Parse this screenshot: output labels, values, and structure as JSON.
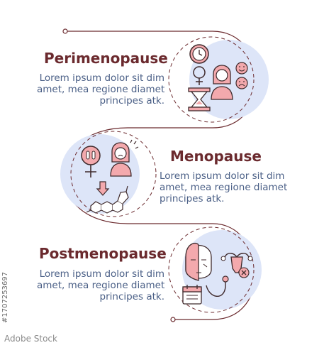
{
  "steps": [
    {
      "title": "Perimenopause",
      "desc": [
        "Lorem ipsum dolor sit dim",
        "amet, mea regione diamet",
        "principes atk."
      ],
      "icon": "hourglass-clock-female-mood-icon"
    },
    {
      "title": "Menopause",
      "desc": [
        "Lorem ipsum dolor sit dim",
        "amet, mea regione diamet",
        "principes atk."
      ],
      "icon": "hormone-decrease-female-icon"
    },
    {
      "title": "Postmenopause",
      "desc": [
        "Lorem ipsum dolor sit dim",
        "amet, mea regione diamet",
        "principes atk."
      ],
      "icon": "aging-face-uterus-calendar-icon"
    }
  ],
  "watermark": {
    "brand": "Adobe Stock",
    "id": "#1707253697"
  },
  "colors": {
    "title": "#6b2a2e",
    "text": "#4a5f86",
    "connector": "#6b2a2e",
    "bubble": "#dde5f8",
    "icon_fill": "#f3a9ad",
    "icon_stroke": "#3f2a2c"
  }
}
